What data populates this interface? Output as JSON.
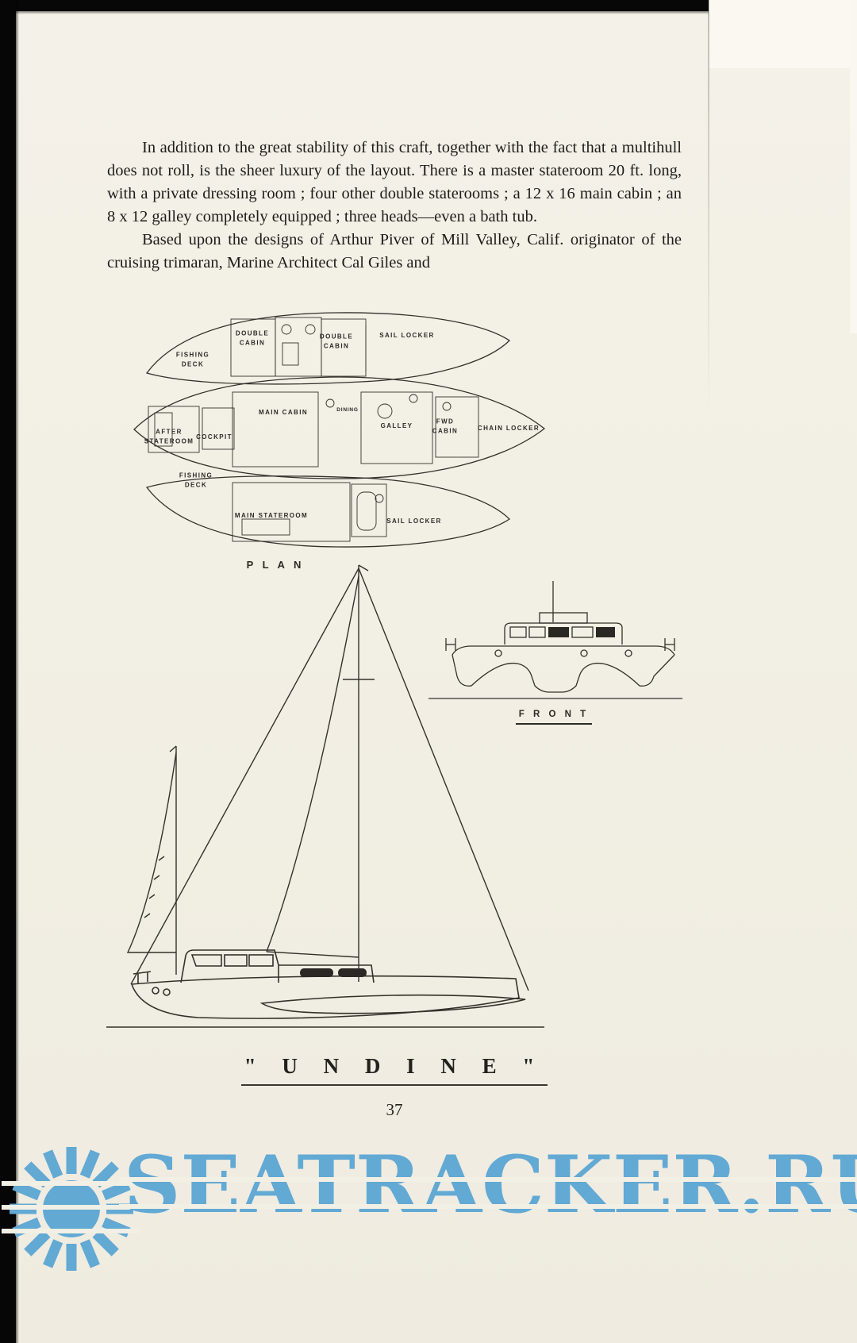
{
  "document": {
    "page_number": "37",
    "paragraphs": [
      "In addition to the great stability of this craft, together with the fact that a multihull does not roll, is the sheer luxury of the layout. There is a master stateroom 20 ft. long, with a private dressing room ; four other double staterooms ;  a 12 x 16 main cabin ;  an 8 x 12 galley completely equipped ;  three heads—even a bath tub.",
      "Based upon the designs of Arthur Piver of Mill Valley, Calif. originator of the cruising trimaran, Marine Architect Cal Giles and"
    ]
  },
  "plan_view": {
    "caption": "P L A N",
    "labels": {
      "fishing_deck_top": "FISHING\nDECK",
      "double_cabin_left": "DOUBLE\nCABIN",
      "double_cabin_right": "DOUBLE\nCABIN",
      "sail_locker_top": "SAIL LOCKER",
      "main_cabin": "MAIN CABIN",
      "dining": "DINING",
      "galley": "GALLEY",
      "fwd_cabin": "FWD\nCABIN",
      "chain_locker": "CHAIN LOCKER",
      "after_stateroom": "AFTER\nSTATEROOM",
      "cockpit": "COCKPIT",
      "fishing_deck_bottom": "FISHING\nDECK",
      "main_stateroom": "MAIN STATEROOM",
      "sail_locker_bottom": "SAIL LOCKER"
    }
  },
  "front_view": {
    "caption": "F R O N T"
  },
  "side_view": {
    "boat_name": "\" U  N  D  I  N  E \""
  },
  "watermark": {
    "text": "SEATRACKER.RU",
    "color": "#62a9d4"
  },
  "colors": {
    "paper": "#f2efe4",
    "ink": "#1e1c18",
    "scan_edge": "#060606"
  }
}
